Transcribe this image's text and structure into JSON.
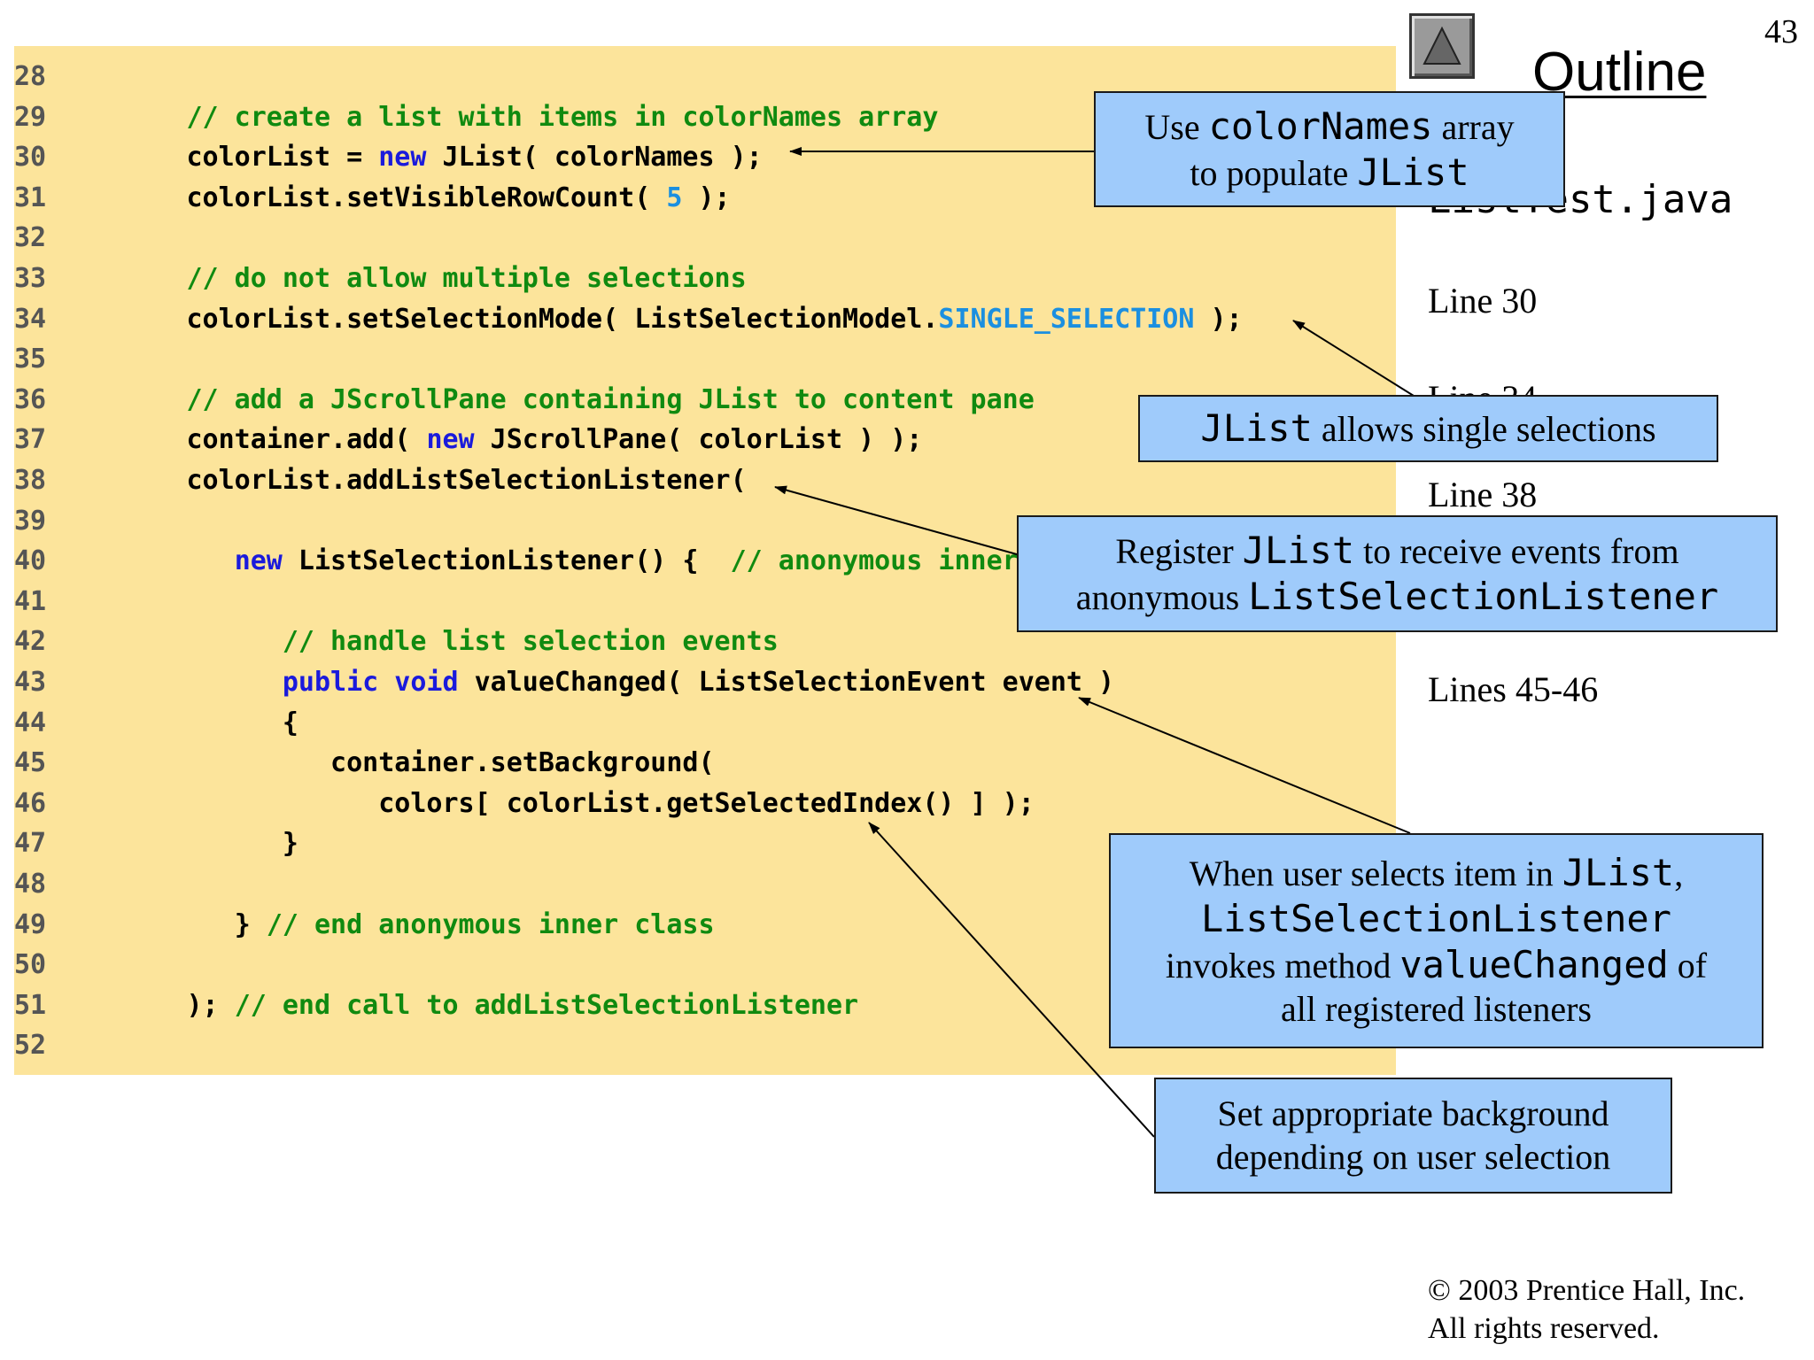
{
  "page_number": "43",
  "outline": {
    "title": "Outline",
    "filename": "ListTest.java",
    "items": [
      "Line 30",
      "Line 34",
      "Line 38",
      "Lines 45-46"
    ]
  },
  "code_lines": [
    {
      "num": "28",
      "indent": "",
      "tokens": []
    },
    {
      "num": "29",
      "indent": "      ",
      "tokens": [
        {
          "t": "cm",
          "v": "// create a list with items in colorNames array"
        }
      ]
    },
    {
      "num": "30",
      "indent": "      ",
      "tokens": [
        {
          "t": "tx",
          "v": "colorList = "
        },
        {
          "t": "kw",
          "v": "new"
        },
        {
          "t": "tx",
          "v": " JList( colorNames );"
        }
      ]
    },
    {
      "num": "31",
      "indent": "      ",
      "tokens": [
        {
          "t": "tx",
          "v": "colorList.setVisibleRowCount( "
        },
        {
          "t": "num",
          "v": "5"
        },
        {
          "t": "tx",
          "v": " );"
        }
      ]
    },
    {
      "num": "32",
      "indent": "",
      "tokens": []
    },
    {
      "num": "33",
      "indent": "      ",
      "tokens": [
        {
          "t": "cm",
          "v": "// do not allow multiple selections"
        }
      ]
    },
    {
      "num": "34",
      "indent": "      ",
      "tokens": [
        {
          "t": "tx",
          "v": "colorList.setSelectionMode( ListSelectionModel."
        },
        {
          "t": "const",
          "v": "SINGLE_SELECTION"
        },
        {
          "t": "tx",
          "v": " );"
        }
      ]
    },
    {
      "num": "35",
      "indent": "",
      "tokens": []
    },
    {
      "num": "36",
      "indent": "      ",
      "tokens": [
        {
          "t": "cm",
          "v": "// add a JScrollPane containing JList to content pane"
        }
      ]
    },
    {
      "num": "37",
      "indent": "      ",
      "tokens": [
        {
          "t": "tx",
          "v": "container.add( "
        },
        {
          "t": "kw",
          "v": "new"
        },
        {
          "t": "tx",
          "v": " JScrollPane( colorList ) );"
        }
      ]
    },
    {
      "num": "38",
      "indent": "      ",
      "tokens": [
        {
          "t": "tx",
          "v": "colorList.addListSelectionListener("
        }
      ]
    },
    {
      "num": "39",
      "indent": "",
      "tokens": []
    },
    {
      "num": "40",
      "indent": "         ",
      "tokens": [
        {
          "t": "kw",
          "v": "new"
        },
        {
          "t": "tx",
          "v": " ListSelectionListener() {  "
        },
        {
          "t": "cm",
          "v": "// anonymous inner class"
        }
      ]
    },
    {
      "num": "41",
      "indent": "",
      "tokens": []
    },
    {
      "num": "42",
      "indent": "            ",
      "tokens": [
        {
          "t": "cm",
          "v": "// handle list selection events"
        }
      ]
    },
    {
      "num": "43",
      "indent": "            ",
      "tokens": [
        {
          "t": "kw",
          "v": "public void"
        },
        {
          "t": "tx",
          "v": " valueChanged( ListSelectionEvent event )"
        }
      ]
    },
    {
      "num": "44",
      "indent": "            ",
      "tokens": [
        {
          "t": "tx",
          "v": "{"
        }
      ]
    },
    {
      "num": "45",
      "indent": "               ",
      "tokens": [
        {
          "t": "tx",
          "v": "container.setBackground("
        }
      ]
    },
    {
      "num": "46",
      "indent": "                  ",
      "tokens": [
        {
          "t": "tx",
          "v": "colors[ colorList.getSelectedIndex() ] );"
        }
      ]
    },
    {
      "num": "47",
      "indent": "            ",
      "tokens": [
        {
          "t": "tx",
          "v": "}"
        }
      ]
    },
    {
      "num": "48",
      "indent": "",
      "tokens": []
    },
    {
      "num": "49",
      "indent": "         ",
      "tokens": [
        {
          "t": "tx",
          "v": "} "
        },
        {
          "t": "cm",
          "v": "// end anonymous inner class"
        }
      ]
    },
    {
      "num": "50",
      "indent": "",
      "tokens": []
    },
    {
      "num": "51",
      "indent": "      ",
      "tokens": [
        {
          "t": "tx",
          "v": "); "
        },
        {
          "t": "cm",
          "v": "// end call to addListSelectionListener"
        }
      ]
    },
    {
      "num": "52",
      "indent": "",
      "tokens": []
    }
  ],
  "callouts": {
    "c1": [
      [
        {
          "s": "Use "
        },
        {
          "m": "colorNames"
        },
        {
          "s": " array"
        }
      ],
      [
        {
          "s": "to populate "
        },
        {
          "m": "JList"
        }
      ]
    ],
    "c2": [
      [
        {
          "m": "JList"
        },
        {
          "s": " allows single selections"
        }
      ]
    ],
    "c3": [
      [
        {
          "s": "Register "
        },
        {
          "m": "JList"
        },
        {
          "s": " to receive events from"
        }
      ],
      [
        {
          "s": "anonymous "
        },
        {
          "m": "ListSelectionListener"
        }
      ]
    ],
    "c4": [
      [
        {
          "s": "When user selects item in "
        },
        {
          "m": "JList"
        },
        {
          "s": ","
        }
      ],
      [
        {
          "m": "ListSelectionListener"
        }
      ],
      [
        {
          "s": "invokes method "
        },
        {
          "m": "valueChanged"
        },
        {
          "s": " of"
        }
      ],
      [
        {
          "s": "all registered listeners"
        }
      ]
    ],
    "c5": [
      [
        {
          "s": "Set appropriate background"
        }
      ],
      [
        {
          "s": "depending on user selection"
        }
      ]
    ]
  },
  "copyright": {
    "line1": "© 2003 Prentice Hall, Inc.",
    "line2": "All rights reserved."
  }
}
